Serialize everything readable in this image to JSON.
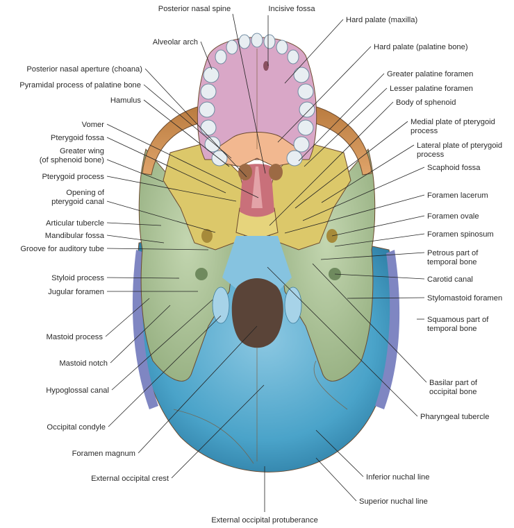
{
  "figure": {
    "title": "Inferior view of the skull base",
    "colors": {
      "occipital": "#4aa3c9",
      "temporal": "#a9c294",
      "sphenoid": "#dcc86a",
      "palatine": "#f2b890",
      "maxilla_palate": "#d9a7c7",
      "zygomatic": "#c98a4a",
      "vomer": "#c9707a",
      "parietal": "#7f86c2",
      "foramen_magnum": "#5a4438",
      "teeth": "#e8eef2"
    },
    "labels_left": [
      {
        "id": "alveolar-arch",
        "text": "Alveolar arch"
      },
      {
        "id": "posterior-nasal-aperture",
        "text": "Posterior nasal aperture (choana)"
      },
      {
        "id": "pyramidal-process",
        "text": "Pyramidal process of palatine bone"
      },
      {
        "id": "hamulus",
        "text": "Hamulus"
      },
      {
        "id": "vomer",
        "text": "Vomer"
      },
      {
        "id": "pterygoid-fossa",
        "text": "Pterygoid fossa"
      },
      {
        "id": "greater-wing",
        "text": "Greater wing",
        "text2": "(of sphenoid bone)"
      },
      {
        "id": "pterygoid-process",
        "text": "Pterygoid process"
      },
      {
        "id": "opening-pterygoid-canal",
        "text": "Opening of",
        "text2": "pterygoid canal"
      },
      {
        "id": "articular-tubercle",
        "text": "Articular tubercle"
      },
      {
        "id": "mandibular-fossa",
        "text": "Mandibular fossa"
      },
      {
        "id": "groove-auditory-tube",
        "text": "Groove for auditory tube"
      },
      {
        "id": "styloid-process",
        "text": "Styloid process"
      },
      {
        "id": "jugular-foramen",
        "text": "Jugular foramen"
      },
      {
        "id": "mastoid-process",
        "text": "Mastoid process"
      },
      {
        "id": "mastoid-notch",
        "text": "Mastoid notch"
      },
      {
        "id": "hypoglossal-canal",
        "text": "Hypoglossal canal"
      },
      {
        "id": "occipital-condyle",
        "text": "Occipital condyle"
      },
      {
        "id": "foramen-magnum",
        "text": "Foramen magnum"
      },
      {
        "id": "external-occipital-crest",
        "text": "External occipital crest"
      }
    ],
    "labels_top": [
      {
        "id": "posterior-nasal-spine",
        "text": "Posterior nasal spine"
      },
      {
        "id": "incisive-fossa",
        "text": "Incisive fossa"
      }
    ],
    "labels_right": [
      {
        "id": "hard-palate-maxilla",
        "text": "Hard palate (maxilla)"
      },
      {
        "id": "hard-palate-palatine",
        "text": "Hard palate (palatine bone)"
      },
      {
        "id": "greater-palatine-foramen",
        "text": "Greater palatine foramen"
      },
      {
        "id": "lesser-palatine-foramen",
        "text": "Lesser palatine foramen"
      },
      {
        "id": "body-of-sphenoid",
        "text": "Body of sphenoid"
      },
      {
        "id": "medial-plate",
        "text": "Medial plate of pterygoid",
        "text2": "process"
      },
      {
        "id": "lateral-plate",
        "text": "Lateral plate of pterygoid",
        "text2": "process"
      },
      {
        "id": "scaphoid-fossa",
        "text": "Scaphoid fossa"
      },
      {
        "id": "foramen-lacerum",
        "text": "Foramen lacerum"
      },
      {
        "id": "foramen-ovale",
        "text": "Foramen ovale"
      },
      {
        "id": "foramen-spinosum",
        "text": "Foramen spinosum"
      },
      {
        "id": "petrous-part",
        "text": "Petrous part of",
        "text2": "temporal bone"
      },
      {
        "id": "carotid-canal",
        "text": "Carotid canal"
      },
      {
        "id": "stylomastoid-foramen",
        "text": "Stylomastoid foramen"
      },
      {
        "id": "squamous-part",
        "text": "Squamous part of",
        "text2": "temporal bone"
      },
      {
        "id": "basilar-part",
        "text": "Basilar part of",
        "text2": "occipital bone"
      },
      {
        "id": "pharyngeal-tubercle",
        "text": "Pharyngeal tubercle"
      },
      {
        "id": "inferior-nuchal-line",
        "text": "Inferior nuchal line"
      },
      {
        "id": "superior-nuchal-line",
        "text": "Superior nuchal line"
      }
    ],
    "labels_bottom": [
      {
        "id": "external-occipital-protuberance",
        "text": "External occipital protuberance"
      }
    ]
  }
}
